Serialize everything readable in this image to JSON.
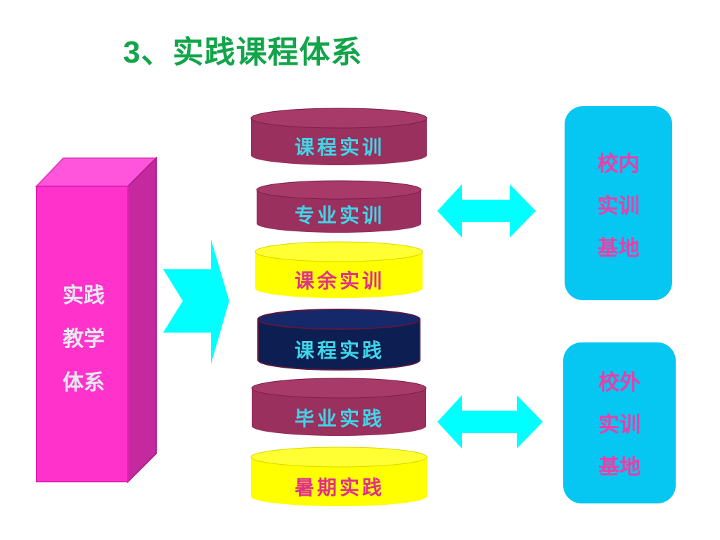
{
  "title": "3、实践课程体系",
  "system_block": {
    "lines": [
      "实践",
      "教学",
      "体系"
    ],
    "colors": {
      "front": "#ff33cc",
      "side": "#c4299e",
      "top": "#ff55dd"
    }
  },
  "courses": [
    {
      "label": "课程实训",
      "fill": "#99305e",
      "text_color": "#3fd6e8"
    },
    {
      "label": "专业实训",
      "fill": "#99305e",
      "text_color": "#3fd6e8"
    },
    {
      "label": "课余实训",
      "fill": "#ffff00",
      "text_color": "#e0308a"
    },
    {
      "label": "课程实践",
      "fill": "#0d1f52",
      "text_color": "#3fd6e8"
    },
    {
      "label": "毕业实践",
      "fill": "#99305e",
      "text_color": "#3fd6e8"
    },
    {
      "label": "暑期实践",
      "fill": "#ffff00",
      "text_color": "#e0308a"
    }
  ],
  "bases": {
    "internal": {
      "lines": [
        "校内",
        "实训",
        "基地"
      ]
    },
    "external": {
      "lines": [
        "校外",
        "实训",
        "基地"
      ]
    }
  },
  "colors": {
    "arrow": "#00ffff",
    "base": "#06c6f2",
    "title": "#12a54a"
  }
}
